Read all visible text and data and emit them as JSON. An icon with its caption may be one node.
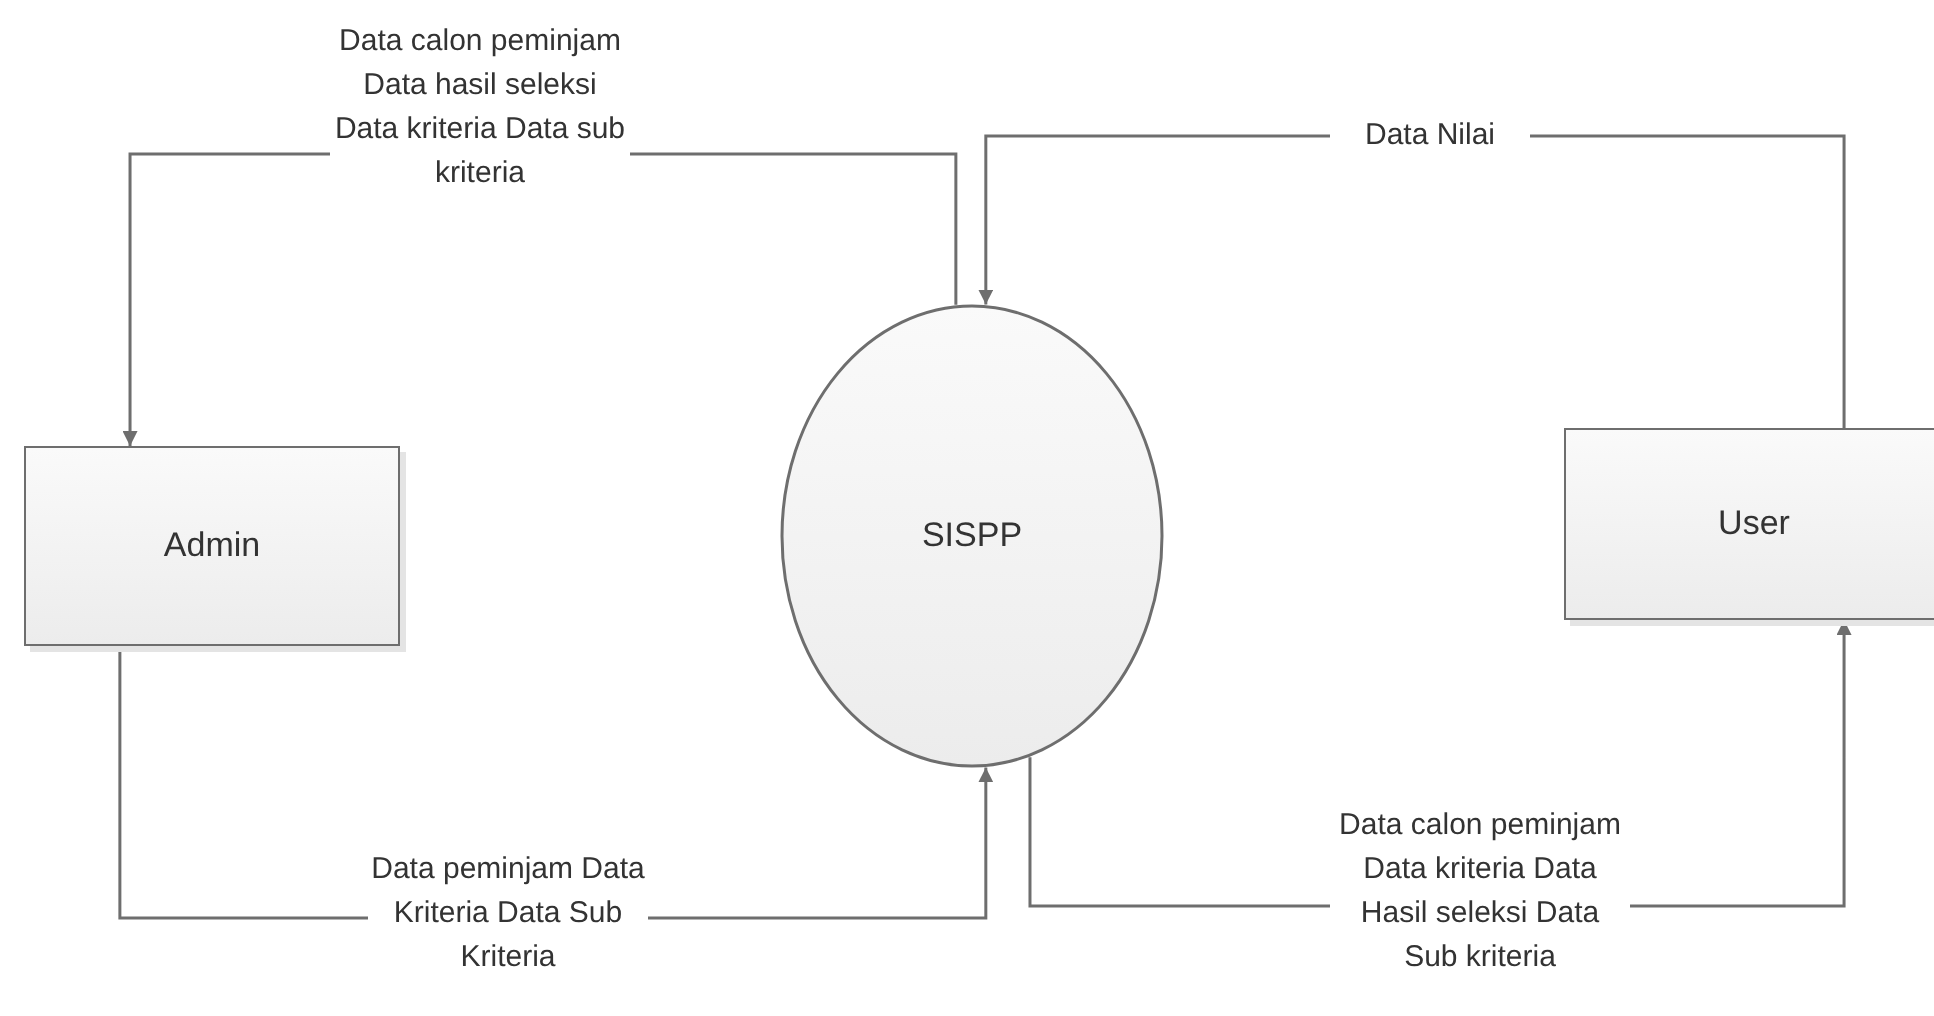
{
  "diagram": {
    "nodes": [
      {
        "text": [
          "Admin"
        ]
      },
      {
        "text": [
          "SISPP"
        ]
      },
      {
        "text": [
          "User"
        ]
      }
    ],
    "edges": [
      {
        "from": 1,
        "to": 0,
        "arrow": "to",
        "label": "Data calon peminjam Data hasil seleksi Data kriteria Data sub kriteria"
      },
      {
        "from": 2,
        "to": 1,
        "arrow": "to",
        "label": "Data Nilai"
      },
      {
        "from": 0,
        "to": 1,
        "arrow": "to",
        "label": "Data peminjam Data Kriteria Data Sub Kriteria"
      },
      {
        "from": 1,
        "to": 2,
        "arrow": "to",
        "label": "Data calon peminjam Data kriteria Data Hasil seleksi Data Sub kriteria"
      }
    ]
  }
}
